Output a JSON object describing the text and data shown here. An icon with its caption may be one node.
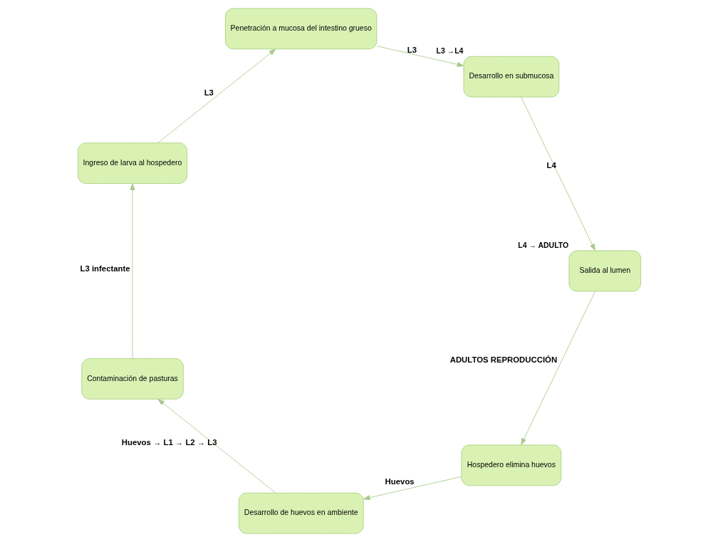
{
  "diagram": {
    "nodes": [
      {
        "text": [
          "Hospedero elimina huevos"
        ]
      },
      {
        "text": [
          "Desarrollo de huevos en ambiente"
        ]
      },
      {
        "text": [
          "Contaminación de pasturas"
        ]
      },
      {
        "text": [
          "Ingreso de larva al hospedero"
        ]
      },
      {
        "text": [
          "Penetración a mucosa del intestino grueso"
        ]
      },
      {
        "text": [
          "Desarrollo en submucosa"
        ],
        "beside": [
          "L3 →L4"
        ]
      },
      {
        "text": [
          "Salida al lumen"
        ],
        "beside": [
          "L4 → ADULTO"
        ]
      }
    ],
    "edges": [
      {
        "from": 0,
        "to": 1,
        "arrow": "to",
        "label": "Huevos"
      },
      {
        "from": 1,
        "to": 2,
        "arrow": "to",
        "label": "Huevos → L1 → L2 → L3"
      },
      {
        "from": 2,
        "to": 3,
        "arrow": "to",
        "label": "L3 infectante"
      },
      {
        "from": 3,
        "to": 4,
        "arrow": "to",
        "label": "L3"
      },
      {
        "from": 4,
        "to": 5,
        "arrow": "to",
        "label": "L3"
      },
      {
        "from": 5,
        "to": 6,
        "arrow": "to",
        "label": "L4"
      },
      {
        "from": 6,
        "to": 0,
        "arrow": "to",
        "label": "ADULTOS REPRODUCCIÓN"
      }
    ]
  }
}
